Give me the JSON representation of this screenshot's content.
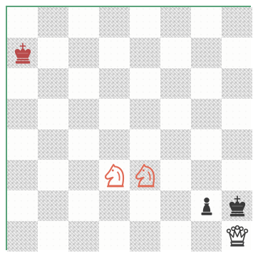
{
  "board": {
    "files": 8,
    "ranks": 8,
    "light_color": "#fdfdfc",
    "dark_color": "#eeeeee",
    "border_color": "#5aa37b"
  },
  "pieces": [
    {
      "id": "red-king",
      "type": "king",
      "side": "red",
      "square": "a7",
      "color": "#b84a4a"
    },
    {
      "id": "red-knight-1",
      "type": "knight",
      "side": "red",
      "square": "d3",
      "color": "#e06a55"
    },
    {
      "id": "red-knight-2",
      "type": "knight",
      "side": "red",
      "square": "e3",
      "color": "#e06a55"
    },
    {
      "id": "black-pawn",
      "type": "pawn",
      "side": "black",
      "square": "g2",
      "color": "#3a3a3a"
    },
    {
      "id": "black-king",
      "type": "king",
      "side": "black",
      "square": "h2",
      "color": "#3a3a3a"
    },
    {
      "id": "black-queen",
      "type": "queen",
      "side": "black",
      "square": "h1",
      "color": "#3a3a3a"
    }
  ]
}
